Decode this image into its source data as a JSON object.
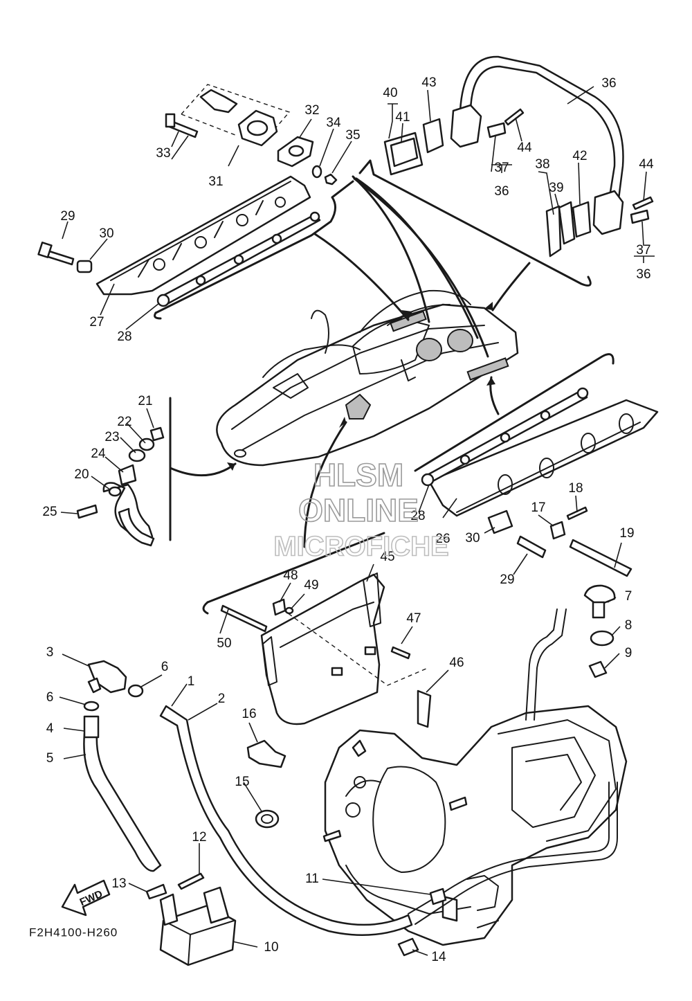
{
  "diagram": {
    "code": "F2H4100-H260",
    "watermark": [
      "HLSM",
      "ONLINE",
      "MICROFICHE"
    ],
    "fwd_label": "FWD",
    "callouts": [
      {
        "id": "c1",
        "text": "1"
      },
      {
        "id": "c2",
        "text": "2"
      },
      {
        "id": "c3",
        "text": "3"
      },
      {
        "id": "c4",
        "text": "4"
      },
      {
        "id": "c5",
        "text": "5"
      },
      {
        "id": "c6a",
        "text": "6"
      },
      {
        "id": "c6b",
        "text": "6"
      },
      {
        "id": "c7",
        "text": "7"
      },
      {
        "id": "c8",
        "text": "8"
      },
      {
        "id": "c9",
        "text": "9"
      },
      {
        "id": "c10",
        "text": "10"
      },
      {
        "id": "c11",
        "text": "11"
      },
      {
        "id": "c12",
        "text": "12"
      },
      {
        "id": "c13",
        "text": "13"
      },
      {
        "id": "c14",
        "text": "14"
      },
      {
        "id": "c15",
        "text": "15"
      },
      {
        "id": "c16",
        "text": "16"
      },
      {
        "id": "c17",
        "text": "17"
      },
      {
        "id": "c18",
        "text": "18"
      },
      {
        "id": "c19",
        "text": "19"
      },
      {
        "id": "c20",
        "text": "20"
      },
      {
        "id": "c21",
        "text": "21"
      },
      {
        "id": "c22",
        "text": "22"
      },
      {
        "id": "c23",
        "text": "23"
      },
      {
        "id": "c24",
        "text": "24"
      },
      {
        "id": "c25",
        "text": "25"
      },
      {
        "id": "c26",
        "text": "26"
      },
      {
        "id": "c27",
        "text": "27"
      },
      {
        "id": "c28a",
        "text": "28"
      },
      {
        "id": "c28b",
        "text": "28"
      },
      {
        "id": "c29a",
        "text": "29"
      },
      {
        "id": "c29b",
        "text": "29"
      },
      {
        "id": "c30a",
        "text": "30"
      },
      {
        "id": "c30b",
        "text": "30"
      },
      {
        "id": "c31",
        "text": "31"
      },
      {
        "id": "c32",
        "text": "32"
      },
      {
        "id": "c33",
        "text": "33"
      },
      {
        "id": "c34",
        "text": "34"
      },
      {
        "id": "c35",
        "text": "35"
      },
      {
        "id": "c36a",
        "text": "36"
      },
      {
        "id": "c36b",
        "text": "36"
      },
      {
        "id": "c36c",
        "text": "36"
      },
      {
        "id": "c37a",
        "text": "37"
      },
      {
        "id": "c37b",
        "text": "37"
      },
      {
        "id": "c38",
        "text": "38"
      },
      {
        "id": "c39",
        "text": "39"
      },
      {
        "id": "c40",
        "text": "40"
      },
      {
        "id": "c41",
        "text": "41"
      },
      {
        "id": "c42",
        "text": "42"
      },
      {
        "id": "c43",
        "text": "43"
      },
      {
        "id": "c44a",
        "text": "44"
      },
      {
        "id": "c44b",
        "text": "44"
      },
      {
        "id": "c45",
        "text": "45"
      },
      {
        "id": "c46",
        "text": "46"
      },
      {
        "id": "c47",
        "text": "47"
      },
      {
        "id": "c48",
        "text": "48"
      },
      {
        "id": "c49",
        "text": "49"
      },
      {
        "id": "c50",
        "text": "50"
      }
    ]
  }
}
